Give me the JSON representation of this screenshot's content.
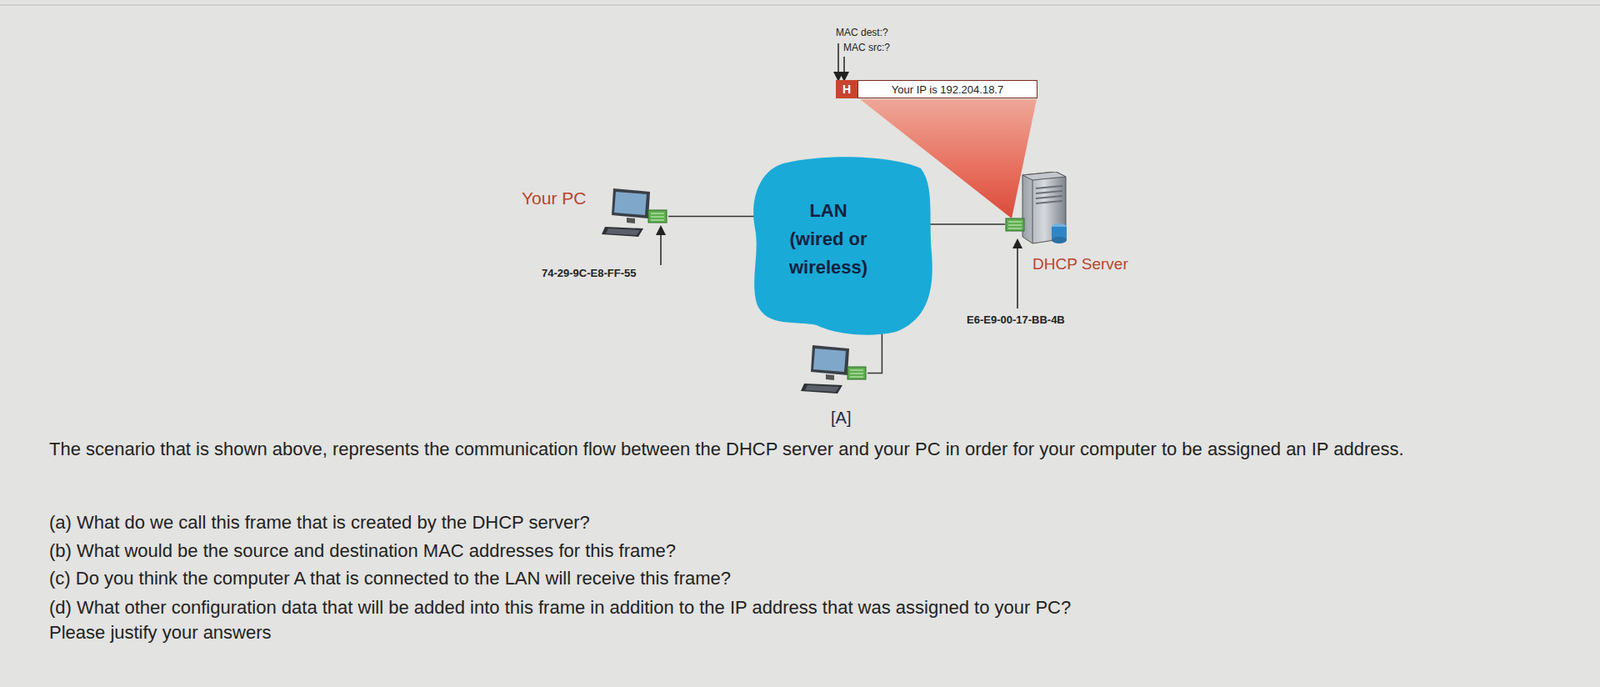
{
  "diagram": {
    "nodes": [
      {
        "text": [
          "H"
        ]
      },
      {
        "text": [
          "Your IP is 192.204.18.7"
        ]
      },
      {
        "text": [
          "LAN (wired or wireless)"
        ]
      },
      {
        "text": [
          "Your PC"
        ]
      },
      {
        "text": [
          "DHCP Server"
        ]
      },
      {
        "text": [
          "[A]"
        ]
      }
    ],
    "edges": [
      {
        "from": 3,
        "to": 2,
        "arrow": "none"
      },
      {
        "from": 2,
        "to": 4,
        "arrow": "none"
      },
      {
        "from": 2,
        "to": 5,
        "arrow": "none"
      }
    ],
    "labels": [
      "MAC dest:?",
      "MAC src:?",
      "74-29-9C-E8-FF-55",
      "E6-E9-00-17-BB-4B",
      "The scenario that is shown above, represents the communication flow between the DHCP server and your PC in order for your computer to be assigned an IP address.",
      "(a) What do we call this frame that is created by the DHCP server?",
      "(b) What would be the source and destination MAC addresses for this frame?",
      "(c) Do you think the computer A that is connected to the LAN will receive this frame?",
      "(d) What other configuration data that will be added into this frame in addition to the IP address that was assigned to your PC?",
      "Please justify your answers"
    ]
  }
}
